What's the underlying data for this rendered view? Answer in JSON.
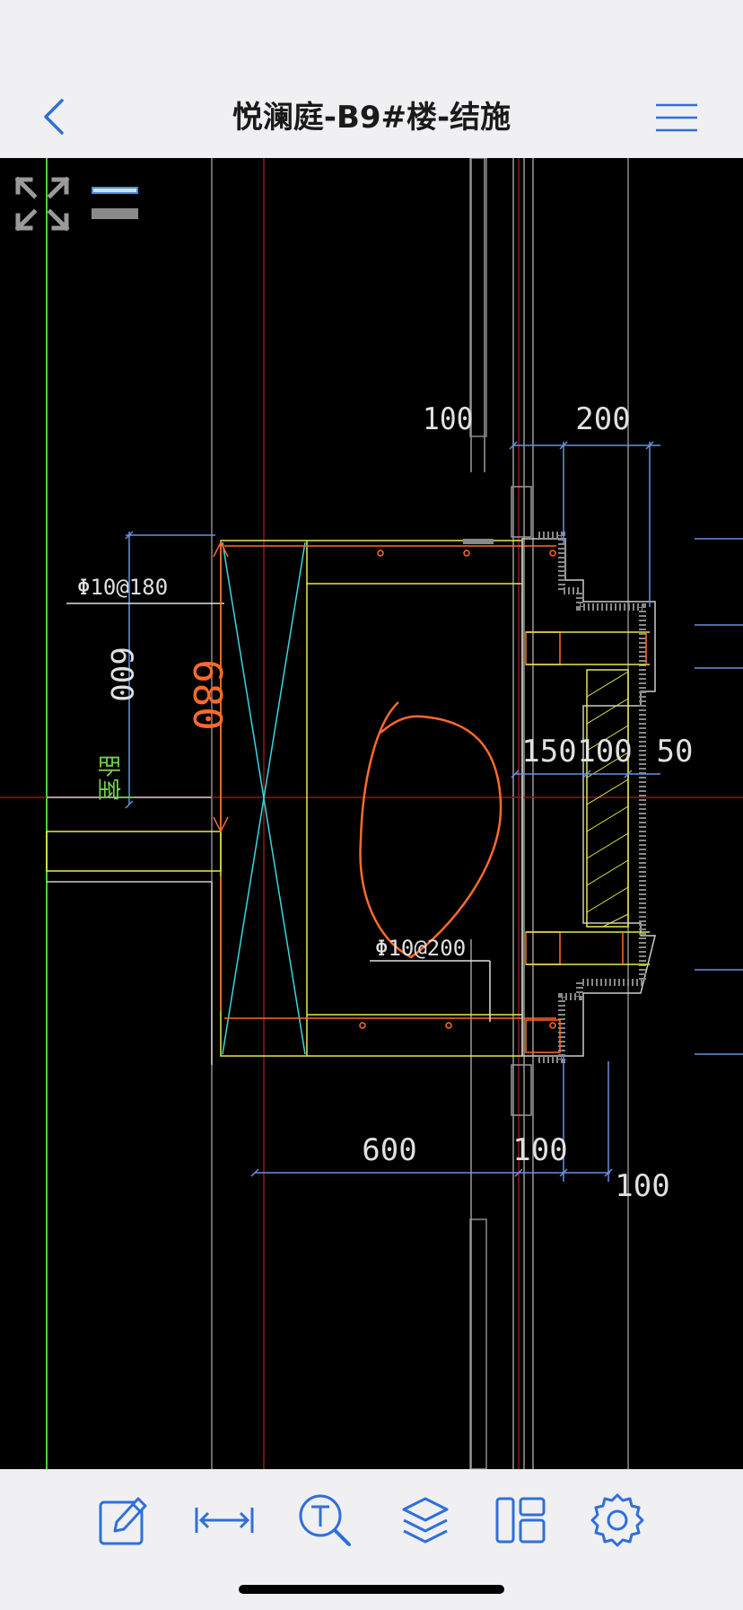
{
  "header": {
    "title": "悦澜庭-B9#楼-结施",
    "back_icon": "chevron-left-icon",
    "menu_icon": "hamburger-menu-icon"
  },
  "drawing": {
    "dimensions": {
      "top_left": "100",
      "top_right": "200",
      "left_vertical": "600",
      "left_vertical_red": "680",
      "mid_a": "150",
      "mid_b": "100",
      "mid_c": "50",
      "bottom_a": "600",
      "bottom_b": "100",
      "bottom_c": "100"
    },
    "rebar_labels": {
      "top": "Φ10@180",
      "bottom": "Φ10@200"
    },
    "room_label": "卧室"
  },
  "toolbar": {
    "items": [
      {
        "icon": "edit-pencil-icon"
      },
      {
        "icon": "measure-icon"
      },
      {
        "icon": "text-search-icon"
      },
      {
        "icon": "layers-icon"
      },
      {
        "icon": "layout-icon"
      },
      {
        "icon": "settings-gear-icon"
      }
    ]
  },
  "colors": {
    "accent": "#2f6fdb",
    "cad_orange": "#ff6a2a",
    "cad_yellow": "#e8e84a",
    "cad_cyan": "#3ad7e0",
    "cad_blue": "#6b8fe0",
    "cad_green": "#6fcf4a",
    "cad_red_line": "#8a1a1a"
  }
}
